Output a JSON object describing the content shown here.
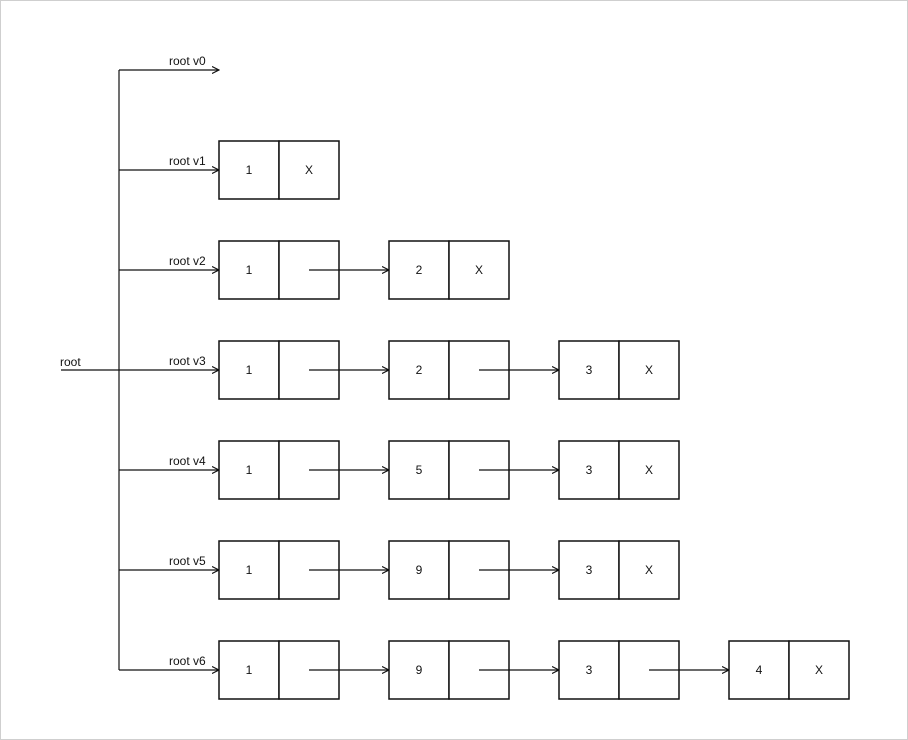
{
  "root_label": "root",
  "versions": [
    {
      "label": "root v0",
      "nodes": []
    },
    {
      "label": "root v1",
      "nodes": [
        {
          "value": "1",
          "next": "X"
        }
      ]
    },
    {
      "label": "root v2",
      "nodes": [
        {
          "value": "1",
          "next": ""
        },
        {
          "value": "2",
          "next": "X"
        }
      ]
    },
    {
      "label": "root v3",
      "nodes": [
        {
          "value": "1",
          "next": ""
        },
        {
          "value": "2",
          "next": ""
        },
        {
          "value": "3",
          "next": "X"
        }
      ]
    },
    {
      "label": "root v4",
      "nodes": [
        {
          "value": "1",
          "next": ""
        },
        {
          "value": "5",
          "next": ""
        },
        {
          "value": "3",
          "next": "X"
        }
      ]
    },
    {
      "label": "root v5",
      "nodes": [
        {
          "value": "1",
          "next": ""
        },
        {
          "value": "9",
          "next": ""
        },
        {
          "value": "3",
          "next": "X"
        }
      ]
    },
    {
      "label": "root v6",
      "nodes": [
        {
          "value": "1",
          "next": ""
        },
        {
          "value": "9",
          "next": ""
        },
        {
          "value": "3",
          "next": ""
        },
        {
          "value": "4",
          "next": "X"
        }
      ]
    }
  ],
  "colors": {
    "stroke": "#111111",
    "background": "#ffffff",
    "frame": "#cfcfcf"
  }
}
